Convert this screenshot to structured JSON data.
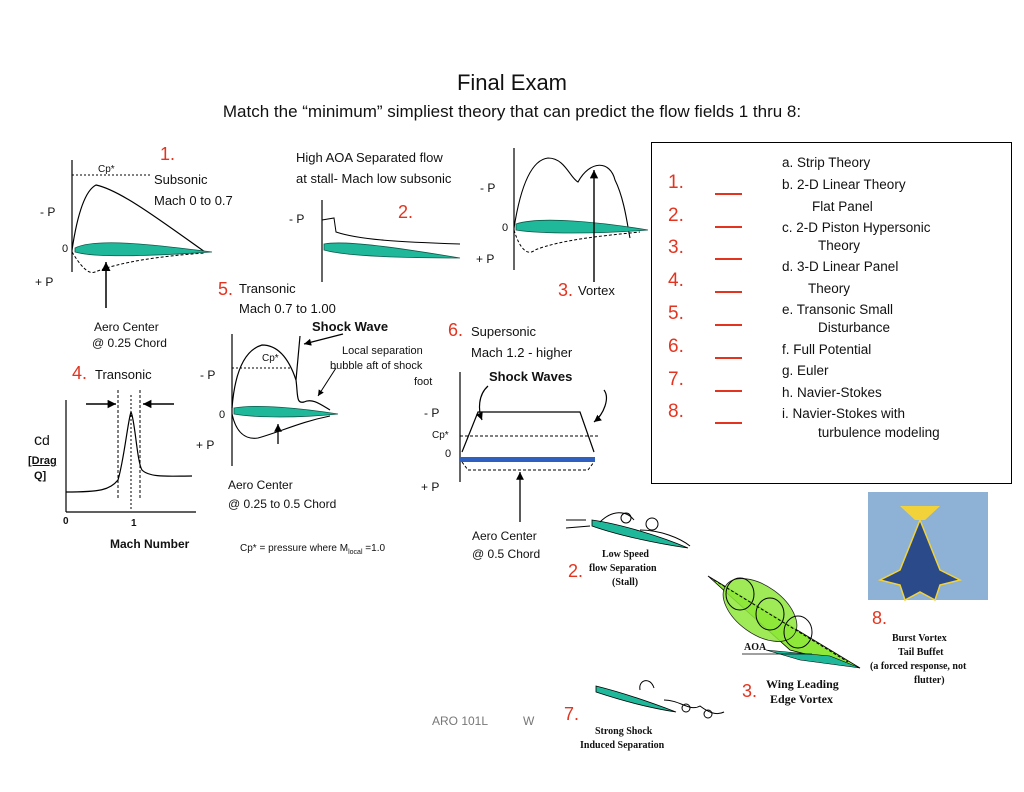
{
  "header": {
    "title": "Final Exam",
    "subtitle": "Match the “minimum” simpliest theory that can predict the flow fields 1 thru 8:"
  },
  "panel1": {
    "number": "1.",
    "cp_star": "Cp*",
    "label_line1": "Subsonic",
    "label_line2": "Mach 0 to 0.7",
    "minus_p": "- P",
    "zero": "0",
    "plus_p": "+ P",
    "aero_center_line1": "Aero Center",
    "aero_center_line2": "@ 0.25 Chord"
  },
  "panel2": {
    "label_line1": "High AOA Separated flow",
    "label_line2": "at stall- Mach low subsonic",
    "minus_p": "- P",
    "number": "2."
  },
  "panel3": {
    "minus_p": "- P",
    "zero": "0",
    "plus_p": "+ P",
    "number": "3.",
    "label": "Vortex"
  },
  "panel4": {
    "number": "4.",
    "label": "Transonic",
    "cd_symbol": "c",
    "cd_sub": "d",
    "drag_line1": "[Drag",
    "drag_line2": "Q]",
    "tick_zero": "0",
    "tick_one": "1",
    "xlabel": "Mach Number"
  },
  "panel5": {
    "number": "5.",
    "label_line1": "Transonic",
    "label_line2": "Mach 0.7 to 1.00",
    "shock_wave": "Shock Wave",
    "cp_star": "Cp*",
    "minus_p": "- P",
    "zero": "0",
    "plus_p": "+ P",
    "separation_line1": "Local separation",
    "separation_line2": "bubble aft of shock",
    "separation_line3": "foot",
    "aero_center_line1": "Aero Center",
    "aero_center_line2": "@ 0.25 to 0.5 Chord",
    "cp_note_prefix": "Cp* = pressure where M",
    "cp_note_sub": "local",
    "cp_note_suffix": " =1.0"
  },
  "panel6": {
    "number": "6.",
    "label_line1": "Supersonic",
    "label_line2": "Mach 1.2 - higher",
    "shock_waves": "Shock Waves",
    "minus_p": "- P",
    "cp_star": "Cp*",
    "zero": "0",
    "plus_p": "+ P",
    "aero_center_line1": "Aero Center",
    "aero_center_line2": "@ 0.5 Chord"
  },
  "answers": {
    "numbers": [
      "1.",
      "2.",
      "3.",
      "4.",
      "5.",
      "6.",
      "7.",
      "8."
    ],
    "options": [
      "a. Strip Theory",
      "b. 2-D Linear Theory",
      "Flat Panel",
      "c. 2-D Piston Hypersonic",
      "Theory",
      "d. 3-D Linear Panel",
      "Theory",
      "e. Transonic Small",
      "Disturbance",
      "f. Full Potential",
      "g. Euler",
      "h. Navier-Stokes",
      "i. Navier-Stokes with",
      "turbulence modeling"
    ]
  },
  "illustrations": {
    "low_speed_number": "2.",
    "low_speed_line1": "Low Speed",
    "low_speed_line2": "flow Separation",
    "low_speed_line3": "(Stall)",
    "wing_vortex_number": "3.",
    "aoa": "AOA",
    "wing_vortex_line1": "Wing Leading",
    "wing_vortex_line2": "Edge Vortex",
    "shock_number": "7.",
    "shock_line1": "Strong Shock",
    "shock_line2": "Induced Separation",
    "burst_number": "8.",
    "burst_line1": "Burst Vortex",
    "burst_line2": "Tail Buffet",
    "burst_line3": "(a forced response, not",
    "burst_line4": "flutter)"
  },
  "footer": {
    "course": "ARO 101L",
    "trailing": "W"
  },
  "colors": {
    "accent_red": "#e3341f",
    "airfoil_teal": "#1fb89a",
    "vortex_green": "#8ee83a",
    "plate_blue": "#2f5fbf"
  }
}
